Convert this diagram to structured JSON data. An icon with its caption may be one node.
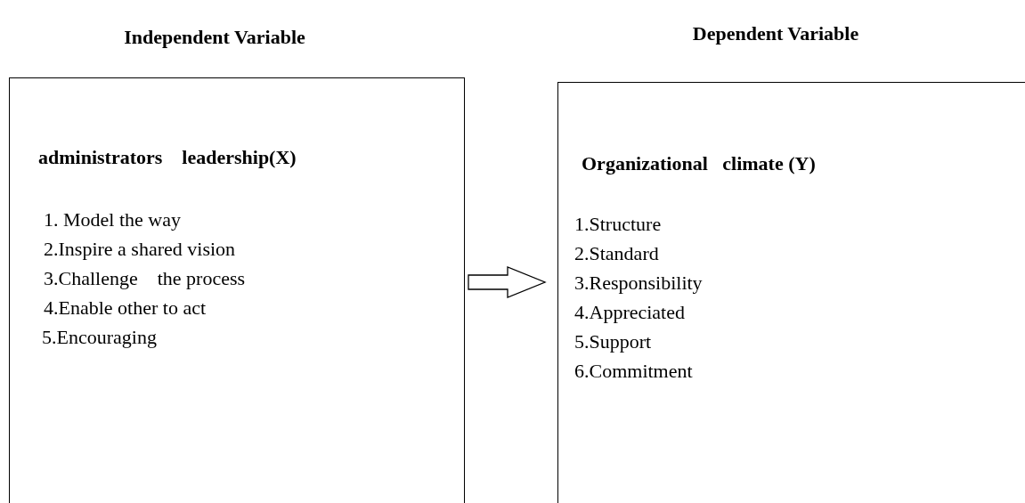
{
  "diagram": {
    "nodes": [
      {
        "text": [
          "Independent Variable",
          "administrators    leadership(X)",
          "1. Model the way",
          "2.Inspire a shared vision",
          "3.Challenge    the process",
          "4.Enable other to act",
          "5.Encouraging"
        ]
      },
      {
        "text": [
          "Dependent Variable",
          "Organizational   climate (Y)",
          "1.Structure",
          "2.Standard",
          "3.Responsibility",
          "4.Appreciated",
          "5.Support",
          "6.Commitment"
        ]
      }
    ],
    "edges": [
      {
        "from": 0,
        "to": 1,
        "arrow": "to"
      }
    ]
  }
}
